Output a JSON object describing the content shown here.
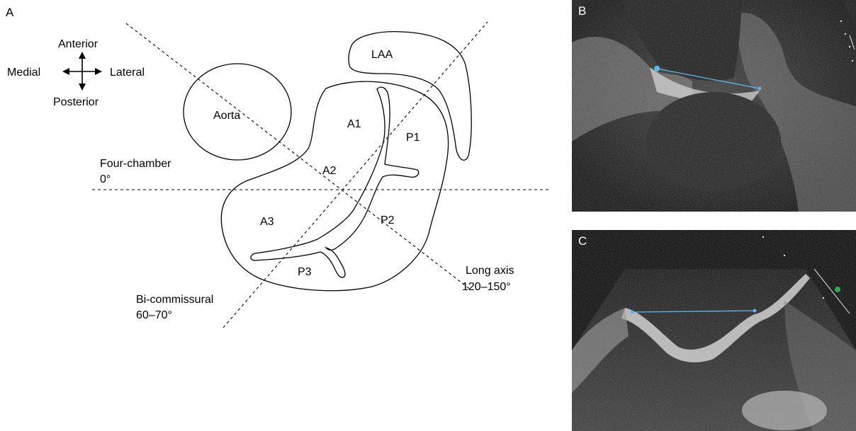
{
  "panel_a": {
    "label": "A",
    "orientation": {
      "anterior": "Anterior",
      "posterior": "Posterior",
      "medial": "Medial",
      "lateral": "Lateral"
    },
    "structures": {
      "aorta": "Aorta",
      "laa": "LAA"
    },
    "scallops": {
      "a1": "A1",
      "a2": "A2",
      "a3": "A3",
      "p1": "P1",
      "p2": "P2",
      "p3": "P3"
    },
    "planes": {
      "four_chamber_name": "Four-chamber",
      "four_chamber_angle": "0°",
      "bicommissural_name": "Bi-commissural",
      "bicommissural_angle": "60–70°",
      "long_axis_name": "Long axis",
      "long_axis_angle": "120–150°"
    }
  },
  "panel_b": {
    "label": "B"
  },
  "panel_c": {
    "label": "C"
  },
  "colors": {
    "measure_line": "#5fb8e8",
    "scale_marker": "#2fa84f"
  }
}
